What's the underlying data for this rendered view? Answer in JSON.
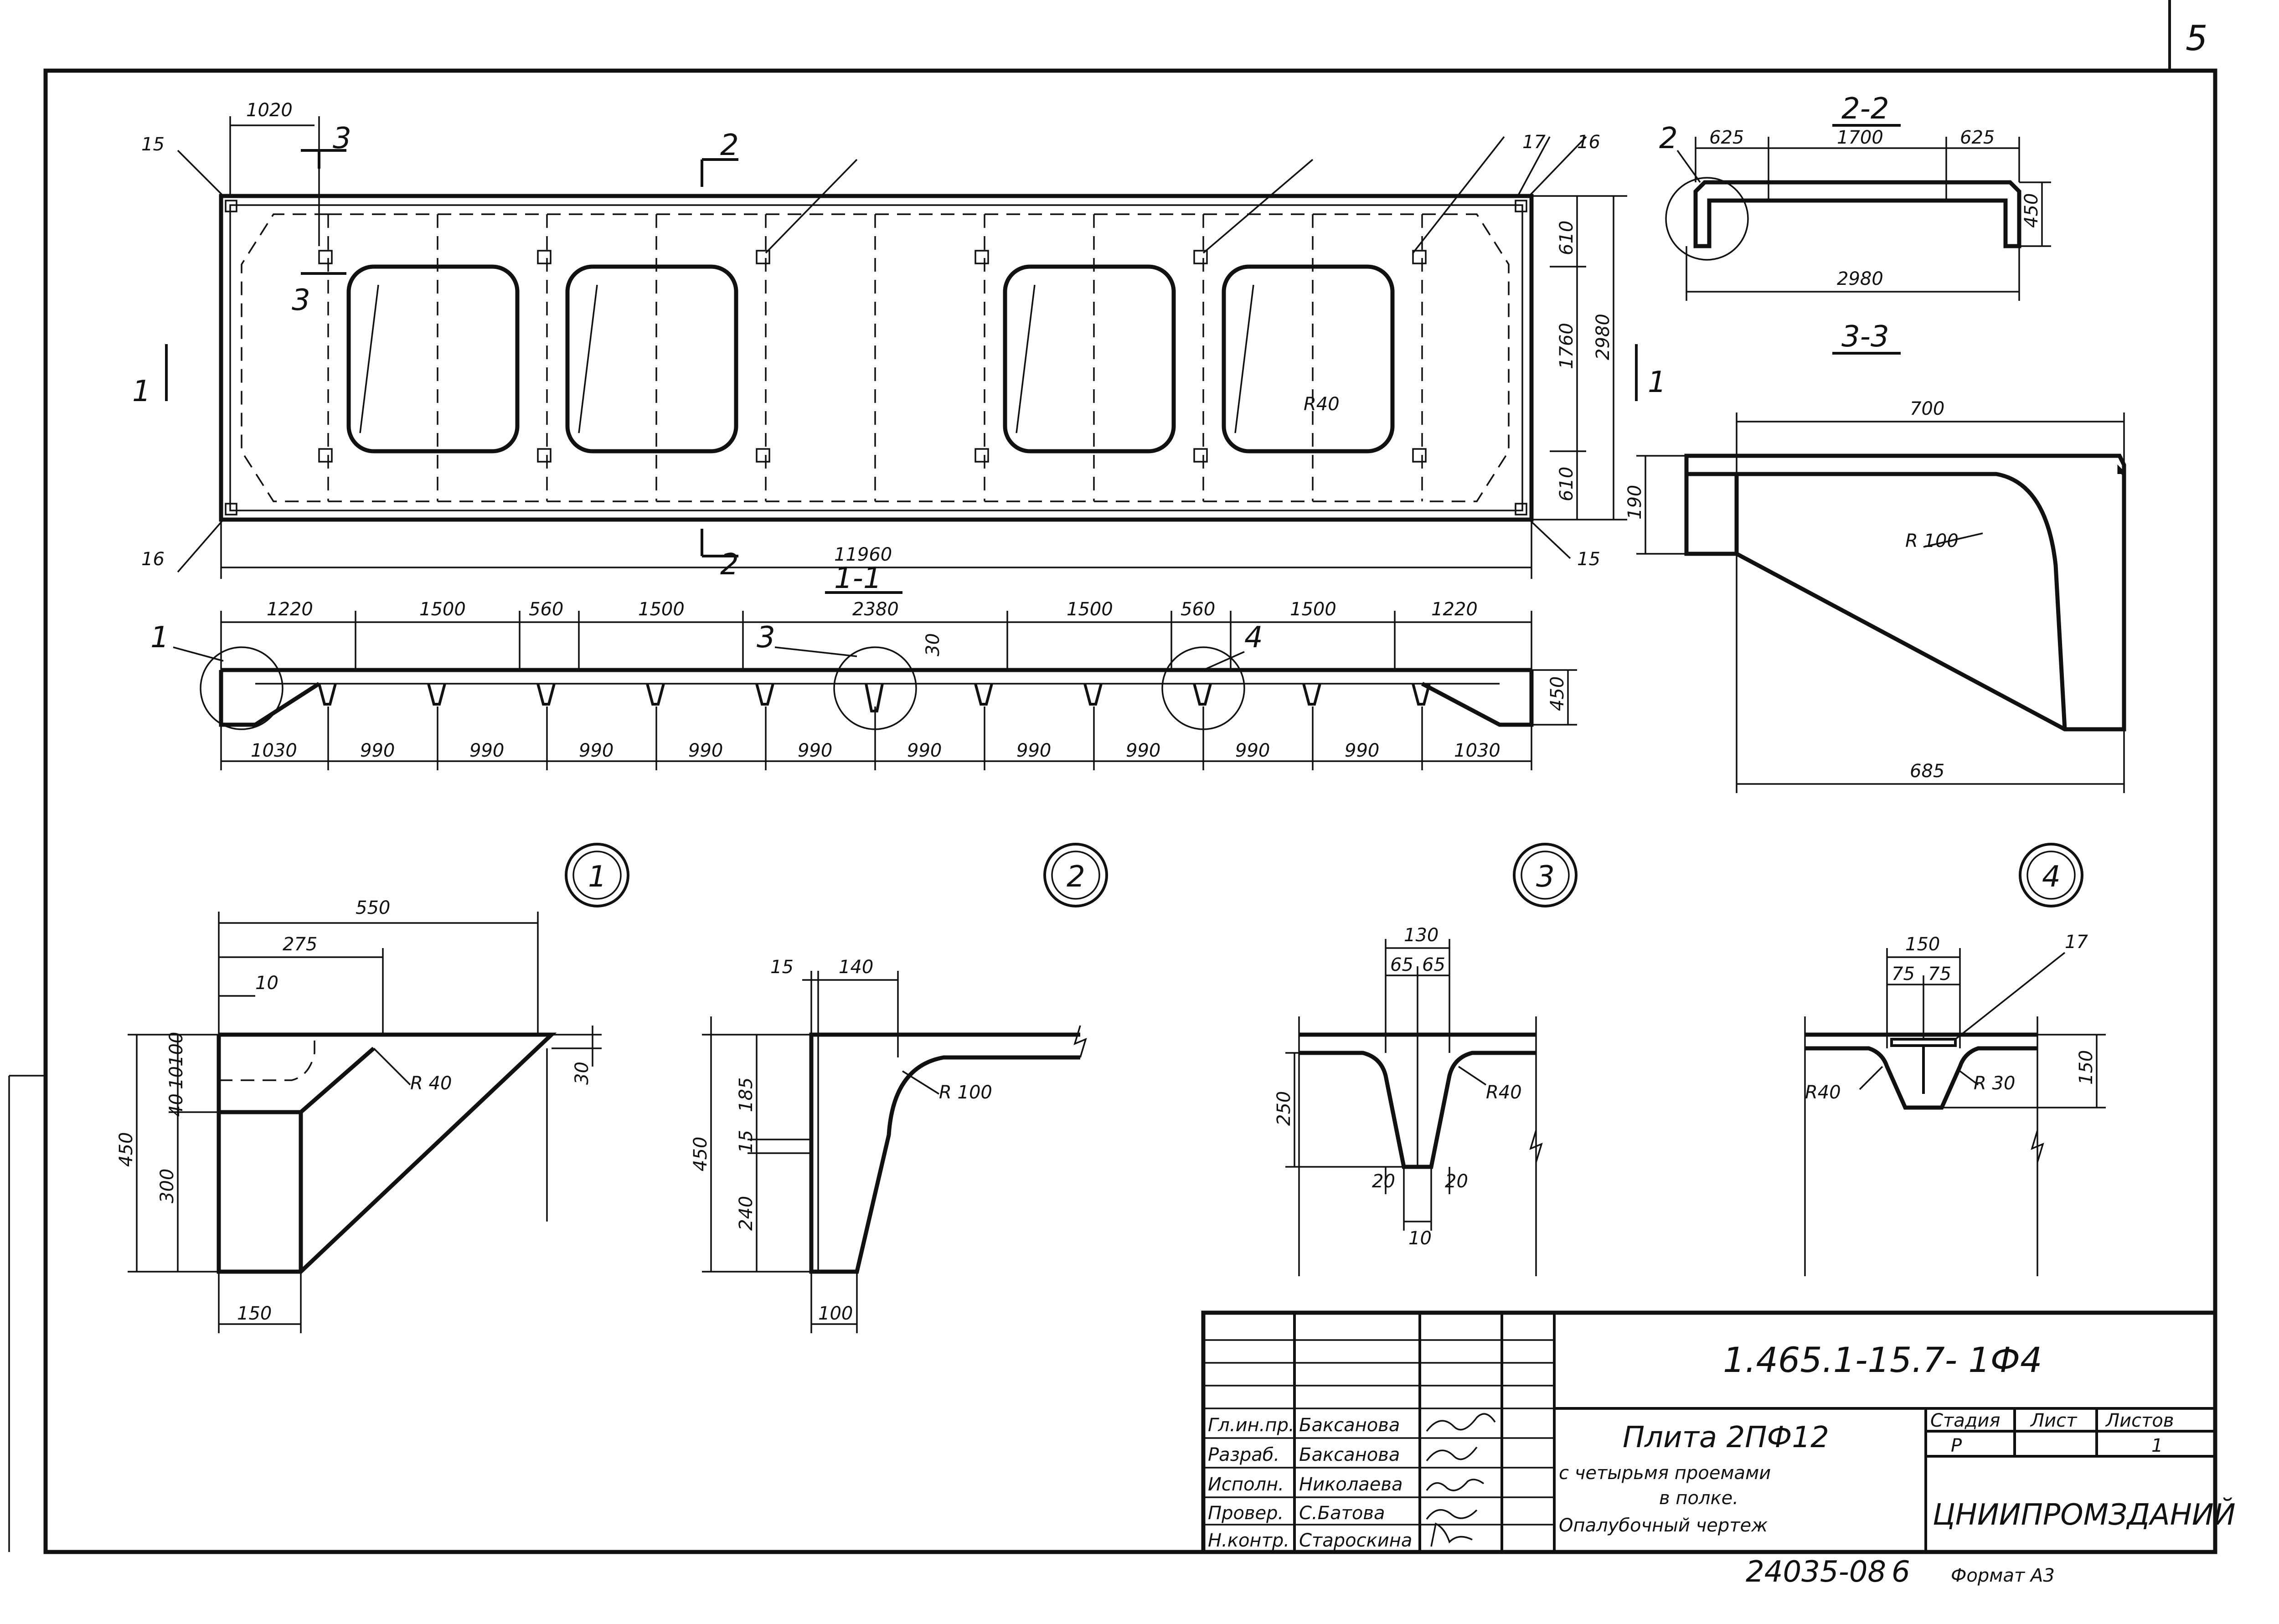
{
  "sheet": {
    "sheet_number": "5",
    "code": "1.465.1-15.7- 1Ф4",
    "title_line1": "Плита 2ПФ12",
    "title_line2": "с четырьмя проемами",
    "title_line3": "в полке.",
    "title_line4": "Опалубочный чертеж",
    "org": "ЦНИИПРОМЗДАНИЙ",
    "stage_header": "Стадия",
    "sheet_header": "Лист",
    "sheets_header": "Листов",
    "stage": "Р",
    "sheets_total": "1",
    "inventory": "24035-08",
    "inventory_suffix": "6",
    "format": "Формат А3",
    "roles": [
      {
        "role": "Гл.ин.пр.",
        "name": "Баксанова"
      },
      {
        "role": "Разраб.",
        "name": "Баксанова"
      },
      {
        "role": "Исполн.",
        "name": "Николаева"
      },
      {
        "role": "Провер.",
        "name": "С.Батова"
      },
      {
        "role": "Н.контр.",
        "name": "Староскина"
      }
    ]
  },
  "plan": {
    "overall_length": "11960",
    "overall_width": "2980",
    "end_offset": "1020",
    "mid_width": "1760",
    "edge_width": "610",
    "callouts": [
      "15",
      "16",
      "17",
      "16",
      "15"
    ],
    "radius": "R40",
    "section_2": "2",
    "section_1": "1",
    "section_3": "3"
  },
  "section_1_1": {
    "title": "1-1",
    "top_dims": [
      "1220",
      "1500",
      "560",
      "1500",
      "2380",
      "1500",
      "560",
      "1500",
      "1220"
    ],
    "bottom_dims": [
      "1030",
      "990",
      "990",
      "990",
      "990",
      "990",
      "990",
      "990",
      "990",
      "990",
      "990",
      "1030"
    ],
    "height": "450",
    "rib_dim": "30",
    "node_refs": [
      "1",
      "3",
      "4"
    ]
  },
  "section_2_2": {
    "title": "2-2",
    "dims": [
      "625",
      "1700",
      "625"
    ],
    "width": "2980",
    "height": "450",
    "node_ref": "2"
  },
  "section_3_3": {
    "title": "3-3",
    "top": "700",
    "bottom": "685",
    "height": "190",
    "radius": "R 100"
  },
  "nodes": [
    {
      "id": "1",
      "dims": [
        "550",
        "275",
        "10",
        "100",
        "10",
        "40",
        "300",
        "450",
        "150",
        "30"
      ],
      "radius": "R 40"
    },
    {
      "id": "2",
      "dims": [
        "15",
        "140",
        "450",
        "185",
        "15",
        "240",
        "100"
      ],
      "radius": "R 100"
    },
    {
      "id": "3",
      "dims": [
        "130",
        "65",
        "65",
        "250",
        "20",
        "20",
        "10"
      ],
      "radius": "R40"
    },
    {
      "id": "4",
      "dims": [
        "150",
        "75",
        "75",
        "150"
      ],
      "radius_left": "R40",
      "radius_right": "R 30",
      "callout": "17"
    }
  ]
}
